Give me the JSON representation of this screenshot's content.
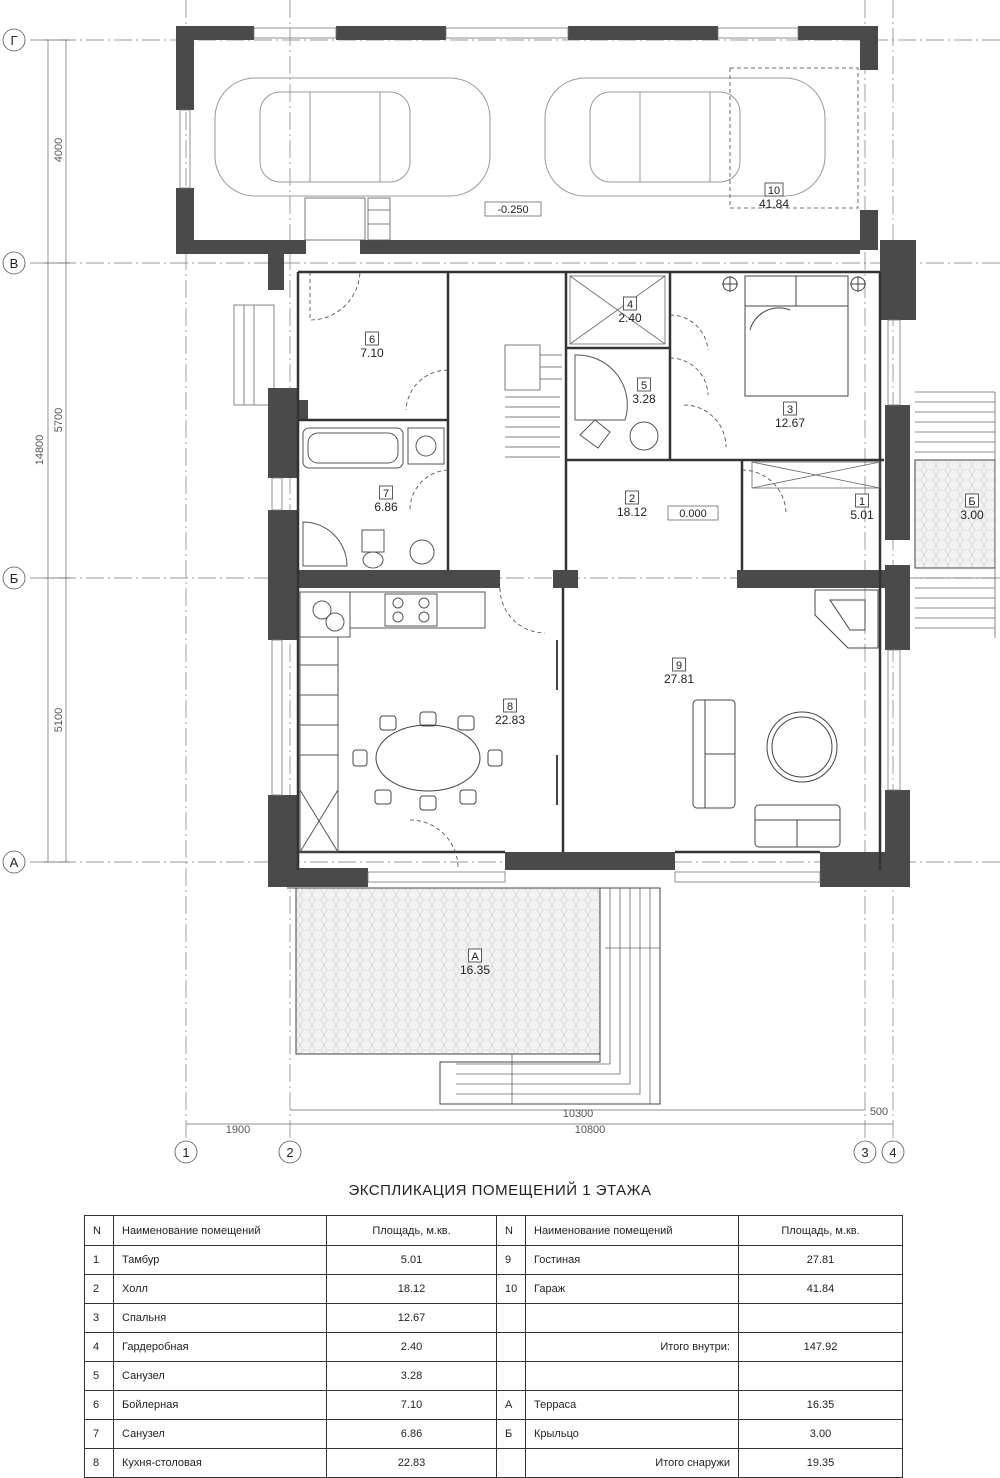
{
  "grid_axes": {
    "rows": [
      "Г",
      "В",
      "Б",
      "А"
    ],
    "cols": [
      "1",
      "2",
      "3",
      "4"
    ]
  },
  "dimensions": {
    "left": [
      "4000",
      "5700",
      "5100",
      "14800"
    ],
    "bottom": [
      "1900",
      "10300",
      "10800",
      "500"
    ]
  },
  "levels": [
    "-0.250",
    "0.000"
  ],
  "rooms": [
    {
      "num": "1",
      "area": "5.01"
    },
    {
      "num": "2",
      "area": "18.12"
    },
    {
      "num": "3",
      "area": "12.67"
    },
    {
      "num": "4",
      "area": "2.40"
    },
    {
      "num": "5",
      "area": "3.28"
    },
    {
      "num": "6",
      "area": "7.10"
    },
    {
      "num": "7",
      "area": "6.86"
    },
    {
      "num": "8",
      "area": "22.83"
    },
    {
      "num": "9",
      "area": "27.81"
    },
    {
      "num": "10",
      "area": "41.84"
    },
    {
      "num": "А",
      "area": "16.35"
    },
    {
      "num": "Б",
      "area": "3.00"
    }
  ],
  "explication": {
    "title": "ЭКСПЛИКАЦИЯ ПОМЕЩЕНИЙ 1 ЭТАЖА",
    "headers": {
      "num": "N",
      "name": "Наименование помещений",
      "area": "Площадь, м.кв.",
      "num2": "N",
      "name2": "Наименование помещений",
      "area2": "Площадь, м.кв."
    },
    "rows": [
      [
        "1",
        "Тамбур",
        "5.01",
        "9",
        "Гостиная",
        "27.81"
      ],
      [
        "2",
        "Холл",
        "18.12",
        "10",
        "Гараж",
        "41.84"
      ],
      [
        "3",
        "Спальня",
        "12.67",
        "",
        "",
        ""
      ],
      [
        "4",
        "Гардеробная",
        "2.40",
        "",
        "Итого внутри:",
        "147.92"
      ],
      [
        "5",
        "Санузел",
        "3.28",
        "",
        "",
        ""
      ],
      [
        "6",
        "Бойлерная",
        "7.10",
        "А",
        "Терраса",
        "16.35"
      ],
      [
        "7",
        "Санузел",
        "6.86",
        "Б",
        "Крыльцо",
        "3.00"
      ],
      [
        "8",
        "Кухня-столовая",
        "22.83",
        "",
        "Итого снаружи",
        "19.35"
      ]
    ]
  },
  "colors": {
    "wall": "#4a4a4a",
    "line": "#333333",
    "thin": "#888888",
    "paving": "#e8e8e8"
  }
}
